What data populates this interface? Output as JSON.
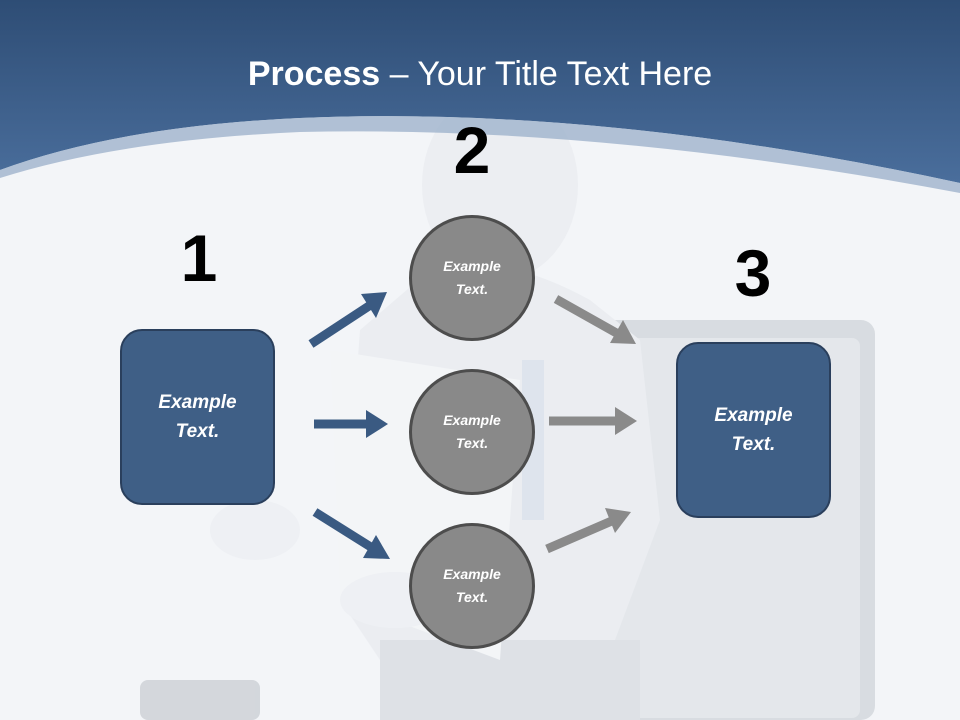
{
  "title": {
    "bold": "Process",
    "rest": " – Your Title Text Here"
  },
  "steps": [
    {
      "number": "1",
      "label": "Example\nText."
    },
    {
      "number": "2",
      "items": [
        "Example\nText.",
        "Example\nText.",
        "Example\nText."
      ]
    },
    {
      "number": "3",
      "label": "Example\nText."
    }
  ],
  "colors": {
    "header_blue": "#3b6392",
    "box_fill": "#3f5f86",
    "circle_fill": "#898989",
    "arrow_blue": "#3a5a82",
    "arrow_gray": "#8a8a8a"
  }
}
